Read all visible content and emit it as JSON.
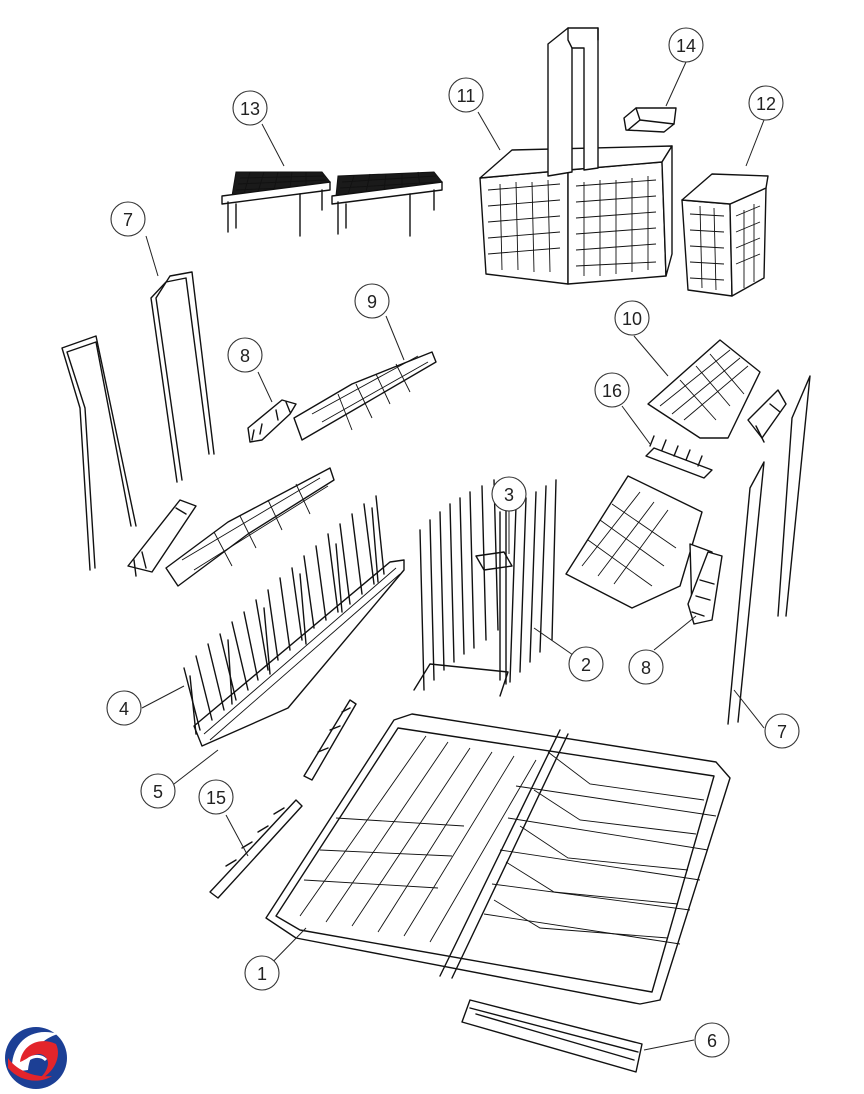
{
  "diagram": {
    "callouts": [
      {
        "id": "c1",
        "label": "1"
      },
      {
        "id": "c2",
        "label": "2"
      },
      {
        "id": "c3",
        "label": "3"
      },
      {
        "id": "c4",
        "label": "4"
      },
      {
        "id": "c5",
        "label": "5"
      },
      {
        "id": "c6",
        "label": "6"
      },
      {
        "id": "c7a",
        "label": "7"
      },
      {
        "id": "c7b",
        "label": "7"
      },
      {
        "id": "c8a",
        "label": "8"
      },
      {
        "id": "c8b",
        "label": "8"
      },
      {
        "id": "c9",
        "label": "9"
      },
      {
        "id": "c10",
        "label": "10"
      },
      {
        "id": "c11",
        "label": "11"
      },
      {
        "id": "c12",
        "label": "12"
      },
      {
        "id": "c13",
        "label": "13"
      },
      {
        "id": "c14",
        "label": "14"
      },
      {
        "id": "c15",
        "label": "15"
      },
      {
        "id": "c16",
        "label": "16"
      }
    ]
  },
  "logo": {
    "name": "brand-logo",
    "colors": [
      "#e3252b",
      "#1c3f95"
    ]
  }
}
